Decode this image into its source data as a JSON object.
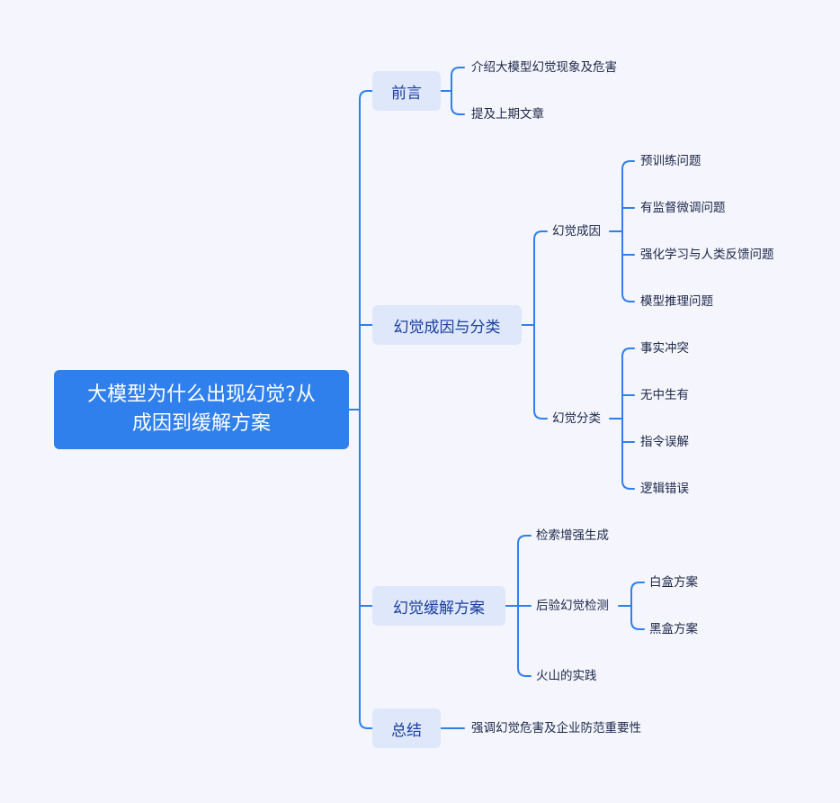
{
  "root": {
    "title_line1": "大模型为什么出现幻觉?从",
    "title_line2": "成因到缓解方案"
  },
  "branches": [
    {
      "label": "前言",
      "children": [
        {
          "label": "介绍大模型幻觉现象及危害"
        },
        {
          "label": "提及上期文章"
        }
      ]
    },
    {
      "label": "幻觉成因与分类",
      "children": [
        {
          "label": "幻觉成因",
          "children": [
            {
              "label": "预训练问题"
            },
            {
              "label": "有监督微调问题"
            },
            {
              "label": "强化学习与人类反馈问题"
            },
            {
              "label": "模型推理问题"
            }
          ]
        },
        {
          "label": "幻觉分类",
          "children": [
            {
              "label": "事实冲突"
            },
            {
              "label": "无中生有"
            },
            {
              "label": "指令误解"
            },
            {
              "label": "逻辑错误"
            }
          ]
        }
      ]
    },
    {
      "label": "幻觉缓解方案",
      "children": [
        {
          "label": "检索增强生成"
        },
        {
          "label": "后验幻觉检测",
          "children": [
            {
              "label": "白盒方案"
            },
            {
              "label": "黑盒方案"
            }
          ]
        },
        {
          "label": "火山的实践"
        }
      ]
    },
    {
      "label": "总结",
      "children": [
        {
          "label": "强调幻觉危害及企业防范重要性"
        }
      ]
    }
  ]
}
